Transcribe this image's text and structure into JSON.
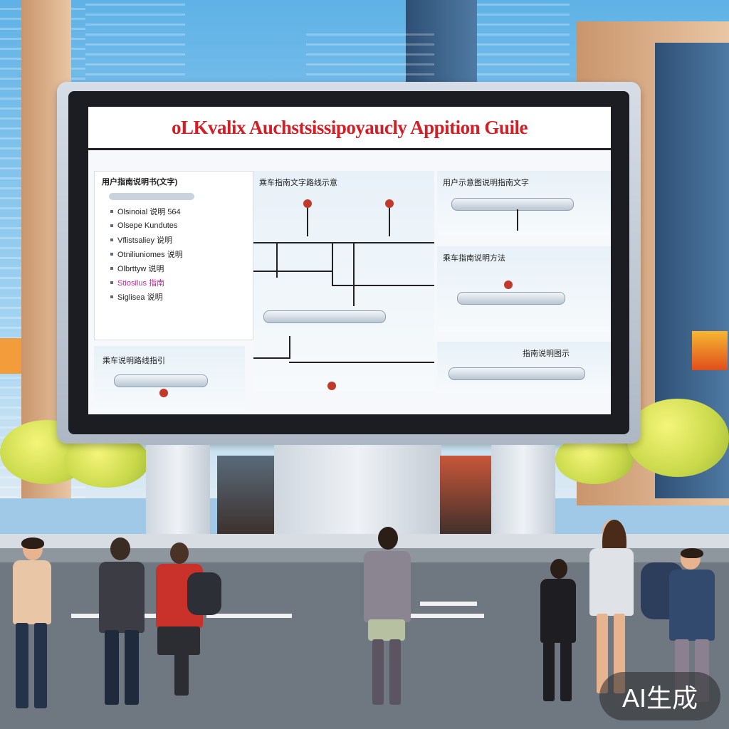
{
  "billboard": {
    "title": "oLKvalix Auchstsissipoyaucly Appition Guile",
    "left_panel": {
      "heading": "用户指南说明书(文字)",
      "items": [
        "Olsinoial 说明 564",
        "Olsepe Kundutes",
        "Vflistsaliey 说明 ",
        "Otniliuniomes 说明 ",
        "Olbrttyw 说明",
        "Stiosilus 指南",
        "Siglisea 说明"
      ]
    },
    "center_top_heading": "乘车指南文字路线示意",
    "right_top_heading": "用户示意图说明指南文字",
    "right_mid_heading": "乘车指南说明方法",
    "bottom_left_heading": "乘车说明路线指引",
    "bottom_right_heading": "指南说明图示"
  },
  "badge": {
    "text": "AI生成"
  },
  "colors": {
    "title_red": "#d21f26",
    "sky": "#5fb2e6",
    "tree": "#c9d94a"
  }
}
